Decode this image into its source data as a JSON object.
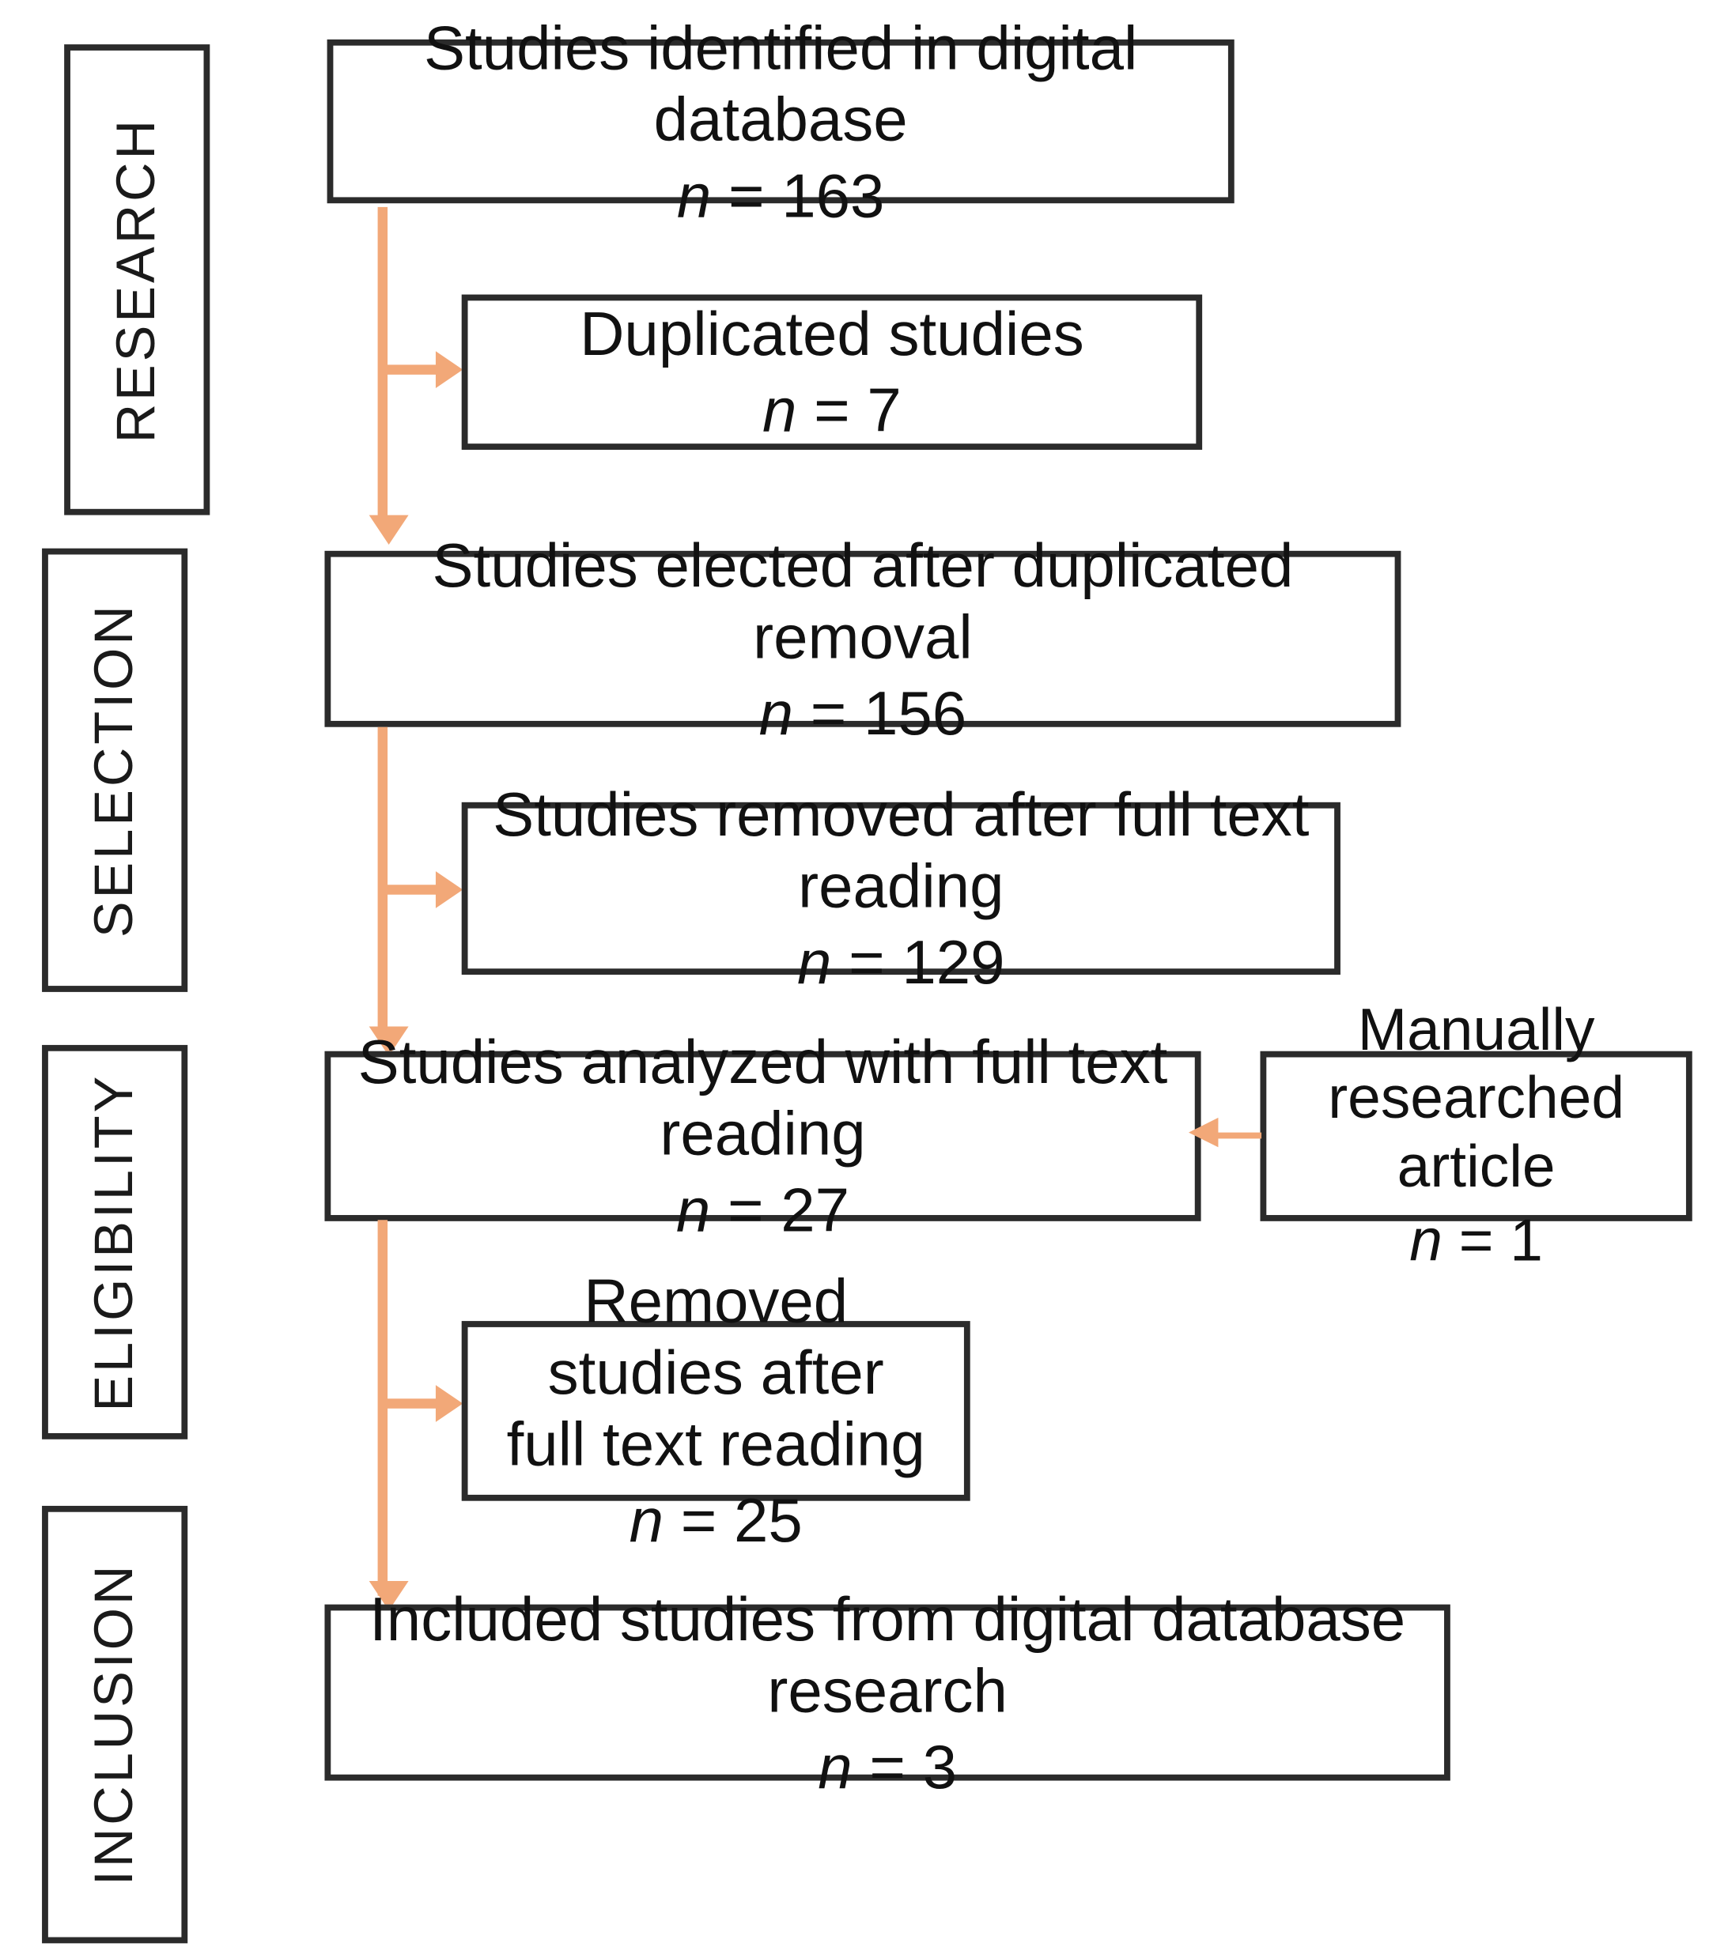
{
  "diagram": {
    "title": "PRISMA study selection flow diagram",
    "accent_color": "#F2A878",
    "border_color": "#2b2b2b",
    "background_color": "#ffffff"
  },
  "stages": [
    {
      "id": "research",
      "label": "RESEARCH"
    },
    {
      "id": "selection",
      "label": "SELECTION"
    },
    {
      "id": "eligibility",
      "label": "ELIGIBILITY"
    },
    {
      "id": "inclusion",
      "label": "INCLUSION"
    }
  ],
  "boxes": [
    {
      "id": "identified",
      "text": "Studies identified in digital database",
      "n_prefix": "n",
      "n_eq": " = ",
      "n_value": "163"
    },
    {
      "id": "duplicated",
      "text": "Duplicated studies",
      "n_prefix": "n",
      "n_eq": " = ",
      "n_value": "7"
    },
    {
      "id": "elected",
      "text": "Studies elected after duplicated removal",
      "n_prefix": "n",
      "n_eq": " = ",
      "n_value": "156"
    },
    {
      "id": "removed-after-full-text",
      "text": "Studies removed after full text reading",
      "n_prefix": "n",
      "n_eq": " = ",
      "n_value": "129"
    },
    {
      "id": "analyzed",
      "text": "Studies analyzed with full text reading",
      "n_prefix": "n",
      "n_eq": " = ",
      "n_value": "27"
    },
    {
      "id": "manual",
      "text": "Manually\nresearched article",
      "n_prefix": "n",
      "n_eq": " = ",
      "n_value": "1"
    },
    {
      "id": "removed-studies",
      "text": "Removed studies after\nfull text reading",
      "n_prefix": "n",
      "n_eq": " = ",
      "n_value": "25"
    },
    {
      "id": "included",
      "text": "Included studies from digital database research",
      "n_prefix": "n",
      "n_eq": " = ",
      "n_value": "3"
    }
  ],
  "chart_data": {
    "type": "diagram",
    "title": "PRISMA flow diagram",
    "nodes": [
      {
        "id": "identified",
        "stage": "RESEARCH",
        "label": "Studies identified in digital database",
        "n": 163
      },
      {
        "id": "duplicated",
        "stage": "RESEARCH",
        "label": "Duplicated studies",
        "n": 7
      },
      {
        "id": "elected",
        "stage": "SELECTION",
        "label": "Studies elected after duplicated removal",
        "n": 156
      },
      {
        "id": "removed-after-full-text",
        "stage": "SELECTION",
        "label": "Studies removed after full text reading",
        "n": 129
      },
      {
        "id": "analyzed",
        "stage": "ELIGIBILITY",
        "label": "Studies analyzed with full text reading",
        "n": 27
      },
      {
        "id": "manual",
        "stage": "ELIGIBILITY",
        "label": "Manually researched article",
        "n": 1
      },
      {
        "id": "removed-studies",
        "stage": "ELIGIBILITY",
        "label": "Removed studies after full text reading",
        "n": 25
      },
      {
        "id": "included",
        "stage": "INCLUSION",
        "label": "Included studies from digital database research",
        "n": 3
      }
    ],
    "edges": [
      {
        "from": "identified",
        "to": "duplicated",
        "direction": "right"
      },
      {
        "from": "identified",
        "to": "elected",
        "direction": "down"
      },
      {
        "from": "elected",
        "to": "removed-after-full-text",
        "direction": "right"
      },
      {
        "from": "elected",
        "to": "analyzed",
        "direction": "down"
      },
      {
        "from": "manual",
        "to": "analyzed",
        "direction": "left"
      },
      {
        "from": "analyzed",
        "to": "removed-studies",
        "direction": "right"
      },
      {
        "from": "analyzed",
        "to": "included",
        "direction": "down"
      }
    ]
  }
}
